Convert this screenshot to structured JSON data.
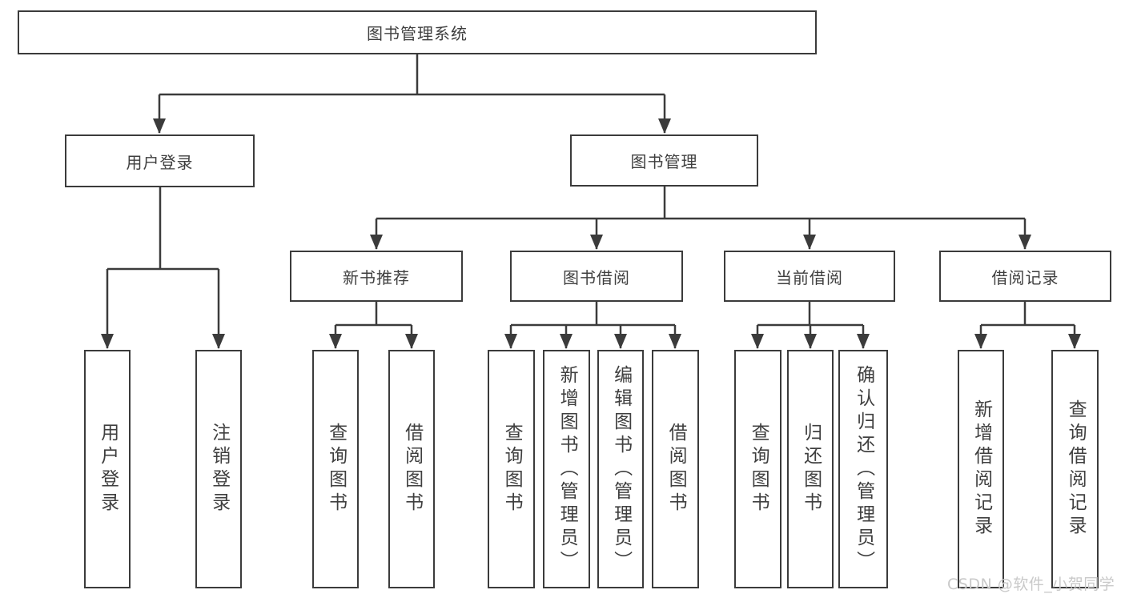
{
  "colors": {
    "background": "#ffffff",
    "line": "#3b3b3b",
    "box_border": "#3b3b3b",
    "text": "#3f3f3f",
    "watermark": "#c9c9c9"
  },
  "watermark": {
    "text": "CSDN @软件_小贺同学"
  },
  "tree": {
    "label": "图书管理系统",
    "children": [
      {
        "label": "用户登录",
        "children": [
          {
            "label": "用户登录"
          },
          {
            "label": "注销登录"
          }
        ]
      },
      {
        "label": "图书管理",
        "children": [
          {
            "label": "新书推荐",
            "children": [
              {
                "label": "查询图书"
              },
              {
                "label": "借阅图书"
              }
            ]
          },
          {
            "label": "图书借阅",
            "children": [
              {
                "label": "查询图书"
              },
              {
                "label": "新增图书（管理员）"
              },
              {
                "label": "编辑图书（管理员）"
              },
              {
                "label": "借阅图书"
              }
            ]
          },
          {
            "label": "当前借阅",
            "children": [
              {
                "label": "查询图书"
              },
              {
                "label": "归还图书"
              },
              {
                "label": "确认归还（管理员）"
              }
            ]
          },
          {
            "label": "借阅记录",
            "children": [
              {
                "label": "新增借阅记录"
              },
              {
                "label": "查询借阅记录"
              }
            ]
          }
        ]
      }
    ]
  }
}
